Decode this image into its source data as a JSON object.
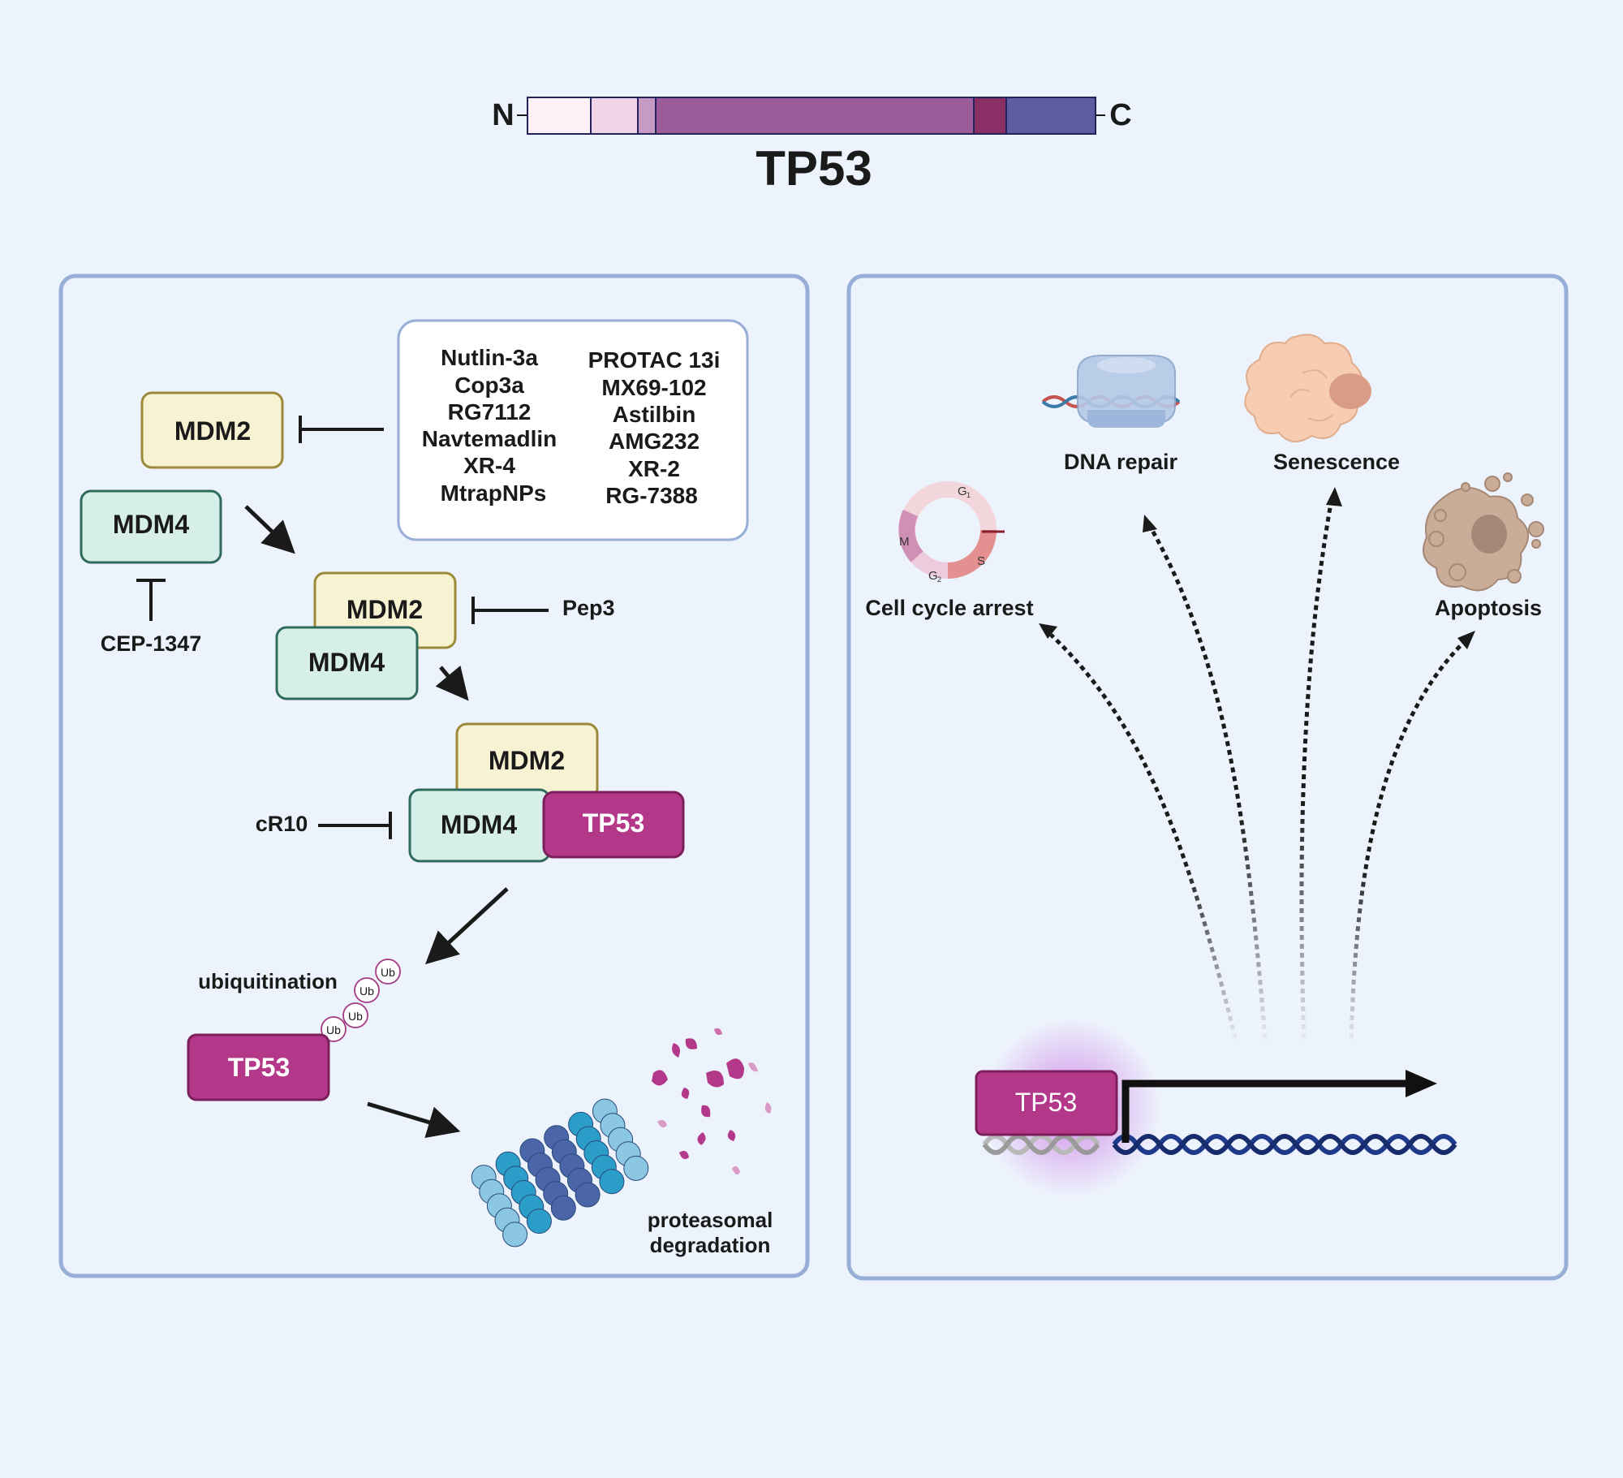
{
  "domain_protein": {
    "n_label": "N",
    "c_label": "C",
    "name": "TP53",
    "segment_colors": [
      "#fdf0f6",
      "#efd3e6",
      "#c79ac5",
      "#9b5b98",
      "#8a2f66",
      "#5d5da1"
    ]
  },
  "left_panel": {
    "inhibitors_col1": [
      "Nutlin-3a",
      "Cop3a",
      "RG7112",
      "Navtemadlin",
      "XR-4",
      "MtrapNPs"
    ],
    "inhibitors_col2": [
      "PROTAC 13i",
      "MX69-102",
      "Astilbin",
      "AMG232",
      "XR-2",
      "RG-7388"
    ],
    "mdm2": "MDM2",
    "mdm4": "MDM4",
    "tp53": "TP53",
    "cep": "CEP-1347",
    "pep3": "Pep3",
    "cr10": "cR10",
    "ub": "Ub",
    "ubiquitination": "ubiquitination",
    "degradation_line1": "proteasomal",
    "degradation_line2": "degradation"
  },
  "right_panel": {
    "outcomes": [
      "Cell cycle arrest",
      "DNA repair",
      "Senescence",
      "Apoptosis"
    ],
    "cycle_phases": [
      "G",
      "1",
      "S",
      "G",
      "2",
      "M"
    ],
    "tp53": "TP53"
  },
  "colors": {
    "mdm2_fill": "#f7f2d1",
    "mdm2_stroke": "#9c8a3a",
    "mdm4_fill": "#d6efe8",
    "mdm4_stroke": "#2f6b5c",
    "tp53_fill": "#b4388a",
    "tp53_stroke": "#7a1f5c",
    "panel_stroke": "#97aed6"
  }
}
